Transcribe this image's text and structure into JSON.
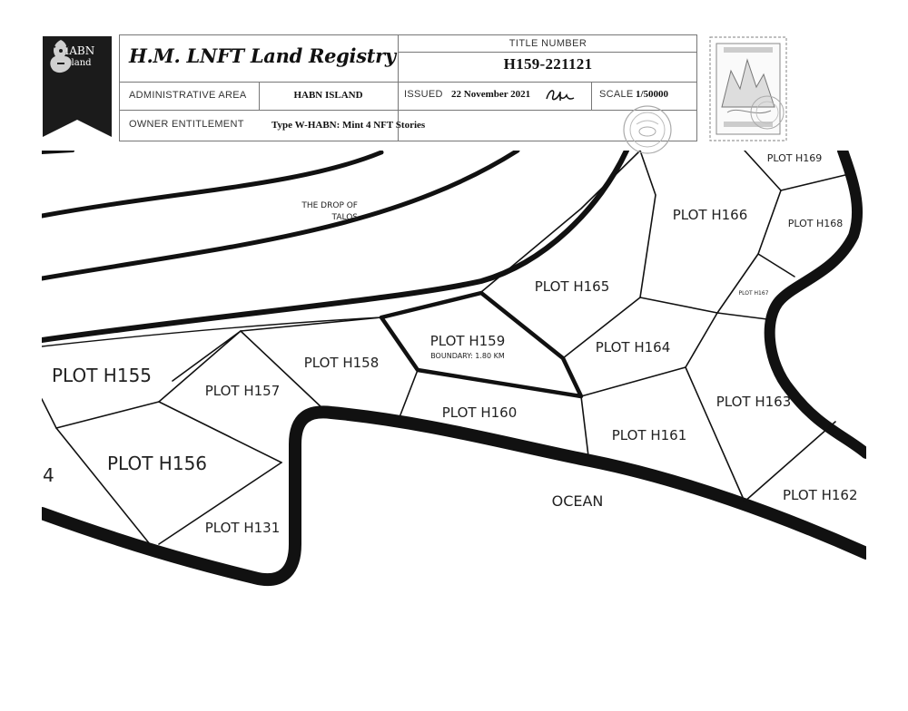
{
  "badge": {
    "title": "HABN",
    "subtitle": "Island",
    "emblem_icon": "dragon-emblem-icon"
  },
  "header": {
    "registry_title": "H.M. LNFT Land Registry",
    "title_number_label": "TITLE NUMBER",
    "title_number": "H159-221121",
    "admin_area_label": "ADMINISTRATIVE AREA",
    "admin_area_value": "HABN ISLAND",
    "issued_label": "ISSUED",
    "issued_date": "22 November 2021",
    "signature_icon": "signature-icon",
    "scale_label": "SCALE",
    "scale_value": "1/50000",
    "owner_label": "OWNER ENTITLEMENT",
    "owner_value": "Type W-HABN: Mint 4 NFT Stories"
  },
  "stamp": {
    "icon": "postage-stamp-icon",
    "seal_icon": "circular-seal-icon"
  },
  "map": {
    "area_label_line1": "THE DROP OF",
    "area_label_line2": "TALOS",
    "ocean_label": "OCEAN",
    "highlight_plot": "PLOT H159",
    "highlight_boundary": "BOUNDARY: 1.80 KM",
    "plots": {
      "h155": "PLOT H155",
      "h156": "PLOT H156",
      "h157": "PLOT H157",
      "h158": "PLOT H158",
      "h160": "PLOT H160",
      "h161": "PLOT H161",
      "h162": "PLOT H162",
      "h163": "PLOT H163",
      "h164": "PLOT H164",
      "h165": "PLOT H165",
      "h166": "PLOT H166",
      "h167": "PLOT H167",
      "h168": "PLOT H168",
      "h169": "PLOT H169",
      "h131": "PLOT H131",
      "cut_left": "4"
    }
  }
}
